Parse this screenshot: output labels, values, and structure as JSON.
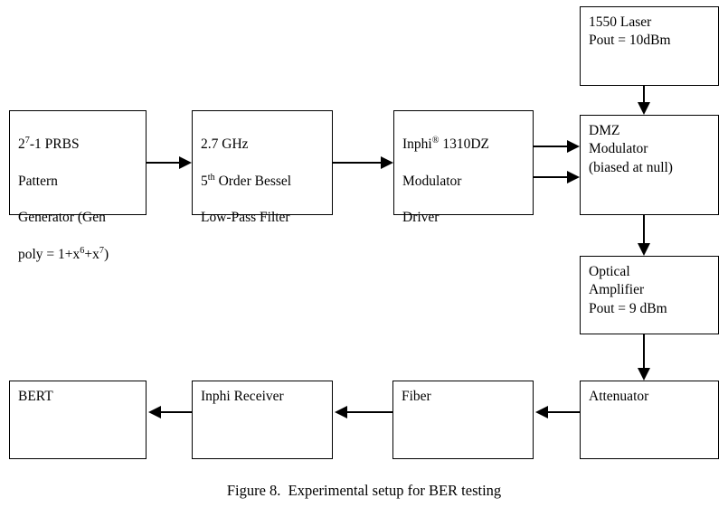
{
  "figure": {
    "caption": "Figure 8.  Experimental setup for BER testing",
    "line_color": "#000000",
    "box_border_color": "#000000",
    "background_color": "#ffffff",
    "text_color": "#000000"
  },
  "blocks": {
    "prbs_generator": {
      "name": "prbs-pattern-generator",
      "line1_prefix": "2",
      "line1_sup": "7",
      "line1_suffix": "-1 PRBS",
      "line2": "Pattern",
      "line3": "Generator (Gen",
      "line4_prefix": "poly = 1+x",
      "line4_sup1": "6",
      "line4_mid": "+x",
      "line4_sup2": "7",
      "line4_suffix": ")"
    },
    "bessel_filter": {
      "name": "bessel-low-pass-filter",
      "line1": "2.7 GHz",
      "line2_prefix": "5",
      "line2_sup": "th",
      "line2_suffix": " Order Bessel",
      "line3": "Low-Pass Filter"
    },
    "modulator_driver": {
      "name": "inphi-modulator-driver",
      "line1_prefix": "Inphi",
      "line1_sup": "®",
      "line1_suffix": " 1310DZ",
      "line2": "Modulator",
      "line3": "Driver"
    },
    "laser": {
      "name": "1550-laser",
      "text": "1550 Laser\nPout = 10dBm"
    },
    "dmz_modulator": {
      "name": "dmz-modulator",
      "text": "DMZ\nModulator\n(biased at null)"
    },
    "optical_amplifier": {
      "name": "optical-amplifier",
      "text": "Optical\nAmplifier\nPout = 9 dBm"
    },
    "attenuator": {
      "name": "attenuator",
      "text": "Attenuator"
    },
    "fiber": {
      "name": "fiber",
      "text": "Fiber"
    },
    "receiver": {
      "name": "inphi-receiver",
      "text": "Inphi Receiver"
    },
    "bert": {
      "name": "bert",
      "text": "BERT"
    }
  },
  "connections": [
    {
      "id": "prbs-to-filter",
      "from": "prbs_generator",
      "to": "bessel_filter",
      "direction": "right"
    },
    {
      "id": "filter-to-driver",
      "from": "bessel_filter",
      "to": "modulator_driver",
      "direction": "right"
    },
    {
      "id": "driver-to-dmz-upper",
      "from": "modulator_driver",
      "to": "dmz_modulator",
      "direction": "right"
    },
    {
      "id": "driver-to-dmz-lower",
      "from": "modulator_driver",
      "to": "dmz_modulator",
      "direction": "right"
    },
    {
      "id": "laser-to-dmz",
      "from": "laser",
      "to": "dmz_modulator",
      "direction": "down"
    },
    {
      "id": "dmz-to-amplifier",
      "from": "dmz_modulator",
      "to": "optical_amplifier",
      "direction": "down"
    },
    {
      "id": "amplifier-to-attenuator",
      "from": "optical_amplifier",
      "to": "attenuator",
      "direction": "down"
    },
    {
      "id": "attenuator-to-fiber",
      "from": "attenuator",
      "to": "fiber",
      "direction": "left"
    },
    {
      "id": "fiber-to-receiver",
      "from": "fiber",
      "to": "receiver",
      "direction": "left"
    },
    {
      "id": "receiver-to-bert",
      "from": "receiver",
      "to": "bert",
      "direction": "left"
    }
  ]
}
